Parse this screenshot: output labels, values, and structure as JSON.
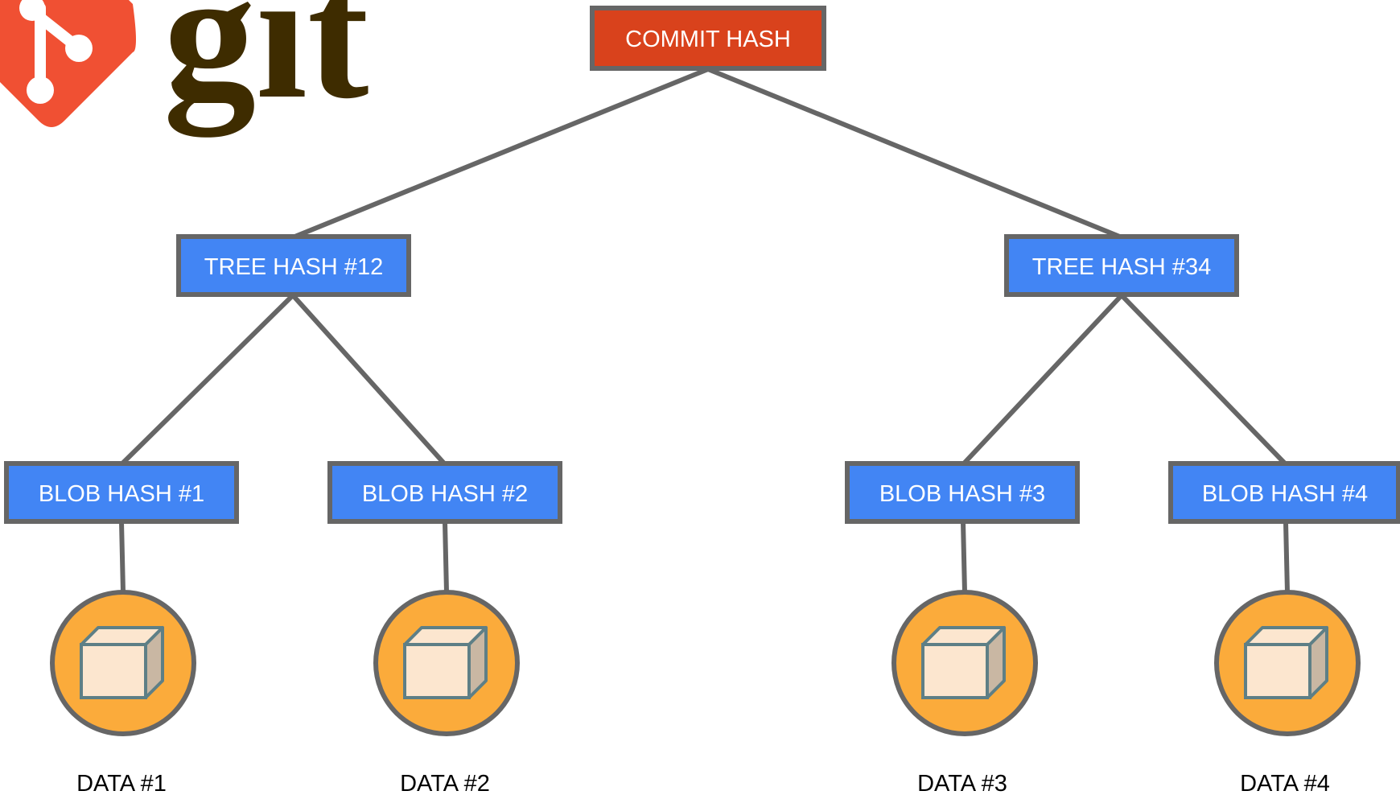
{
  "logo": {
    "text": "git",
    "mark_color": "#f05033",
    "text_color": "#3e2c00"
  },
  "colors": {
    "commit": "#d9421c",
    "hash_node": "#4285f4",
    "node_border": "#666666",
    "edge": "#666666",
    "data_circle": "#fbab3b",
    "box_face": "#fce6cf",
    "box_side": "#c9b7a3",
    "box_stroke": "#5e7f86"
  },
  "commit": {
    "label": "COMMIT HASH"
  },
  "trees": [
    {
      "label": "TREE HASH #12"
    },
    {
      "label": "TREE HASH #34"
    }
  ],
  "blobs": [
    {
      "label": "BLOB HASH #1",
      "data_label": "DATA #1"
    },
    {
      "label": "BLOB HASH #2",
      "data_label": "DATA #2"
    },
    {
      "label": "BLOB HASH #3",
      "data_label": "DATA #3"
    },
    {
      "label": "BLOB HASH #4",
      "data_label": "DATA #4"
    }
  ]
}
